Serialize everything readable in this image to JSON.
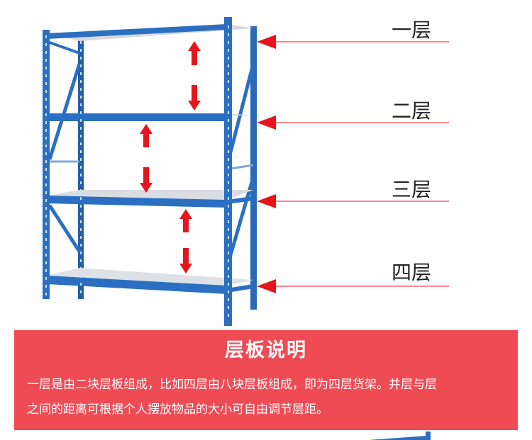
{
  "layers": [
    {
      "label": "一层"
    },
    {
      "label": "二层"
    },
    {
      "label": "三层"
    },
    {
      "label": "四层"
    }
  ],
  "panel": {
    "title": "层板说明",
    "line1": "一层是由二块层板组成，比如四层由八块层板组成，即为四层货架。并层与层",
    "line2": "之间的距离可根据个人摆放物品的大小可自由调节层距。"
  },
  "colors": {
    "rack_blue": "#2b6fc2",
    "arrow_red": "#e8141b",
    "panel_red": "#ef4b55",
    "shelf_gray": "#d9dde2"
  }
}
